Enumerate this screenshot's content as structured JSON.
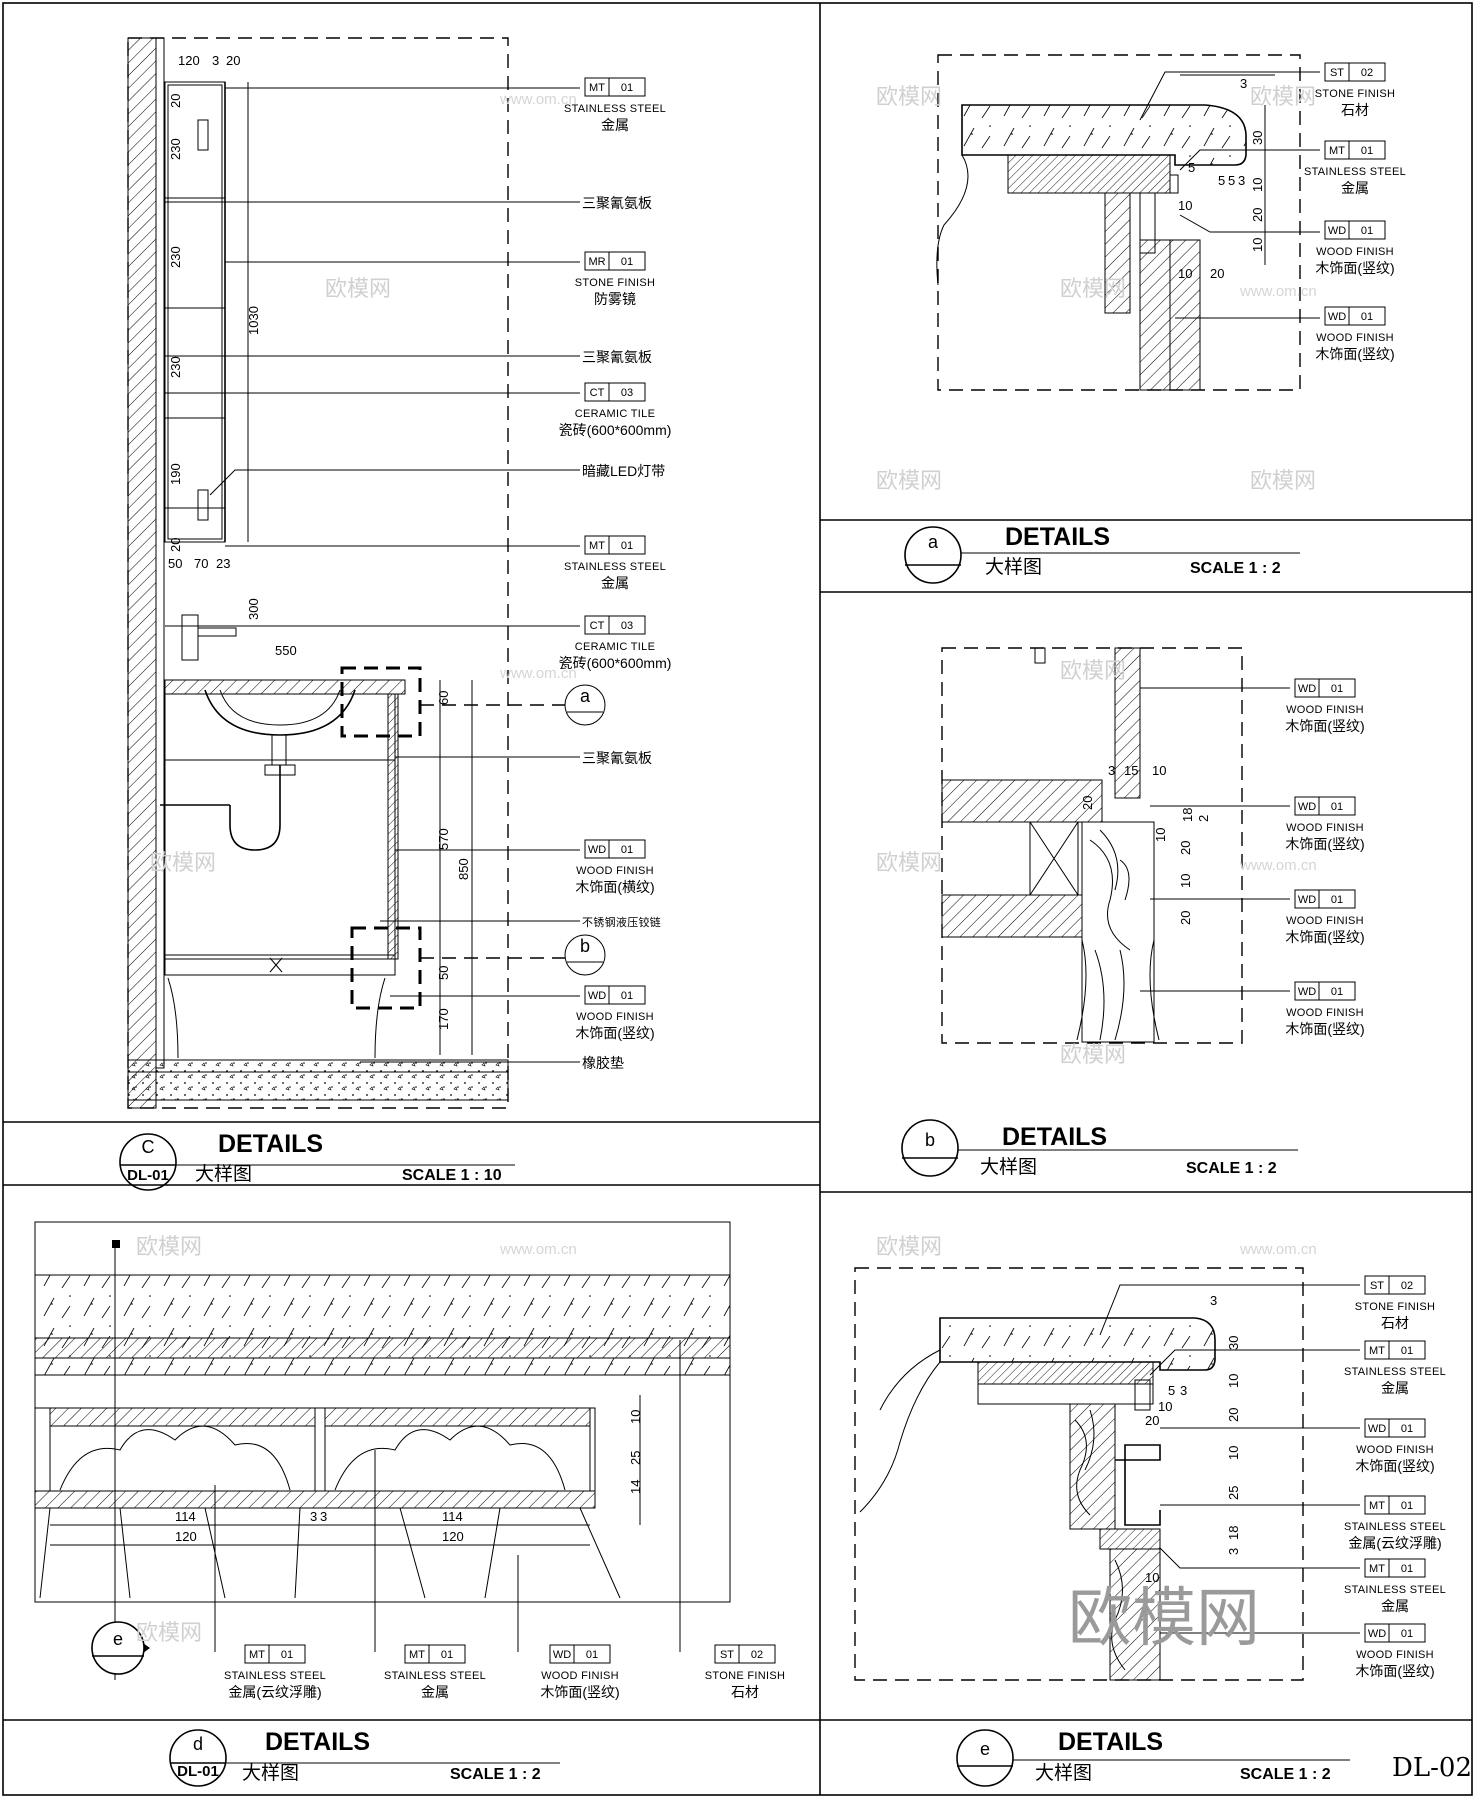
{
  "sheet": {
    "number": "DL-02"
  },
  "watermark": {
    "text": "欧模网",
    "url": "www.om.cn",
    "big_text": "欧模网"
  },
  "titles": {
    "c": {
      "letter": "C",
      "ref": "DL-01",
      "title": "DETAILS",
      "subtitle": "大样图",
      "scale": "SCALE 1 : 10"
    },
    "a": {
      "letter": "a",
      "title": "DETAILS",
      "subtitle": "大样图",
      "scale": "SCALE 1 : 2"
    },
    "b": {
      "letter": "b",
      "title": "DETAILS",
      "subtitle": "大样图",
      "scale": "SCALE 1 : 2"
    },
    "d": {
      "letter": "d",
      "ref": "DL-01",
      "title": "DETAILS",
      "subtitle": "大样图",
      "scale": "SCALE 1 : 2"
    },
    "e": {
      "letter": "e",
      "title": "DETAILS",
      "subtitle": "大样图",
      "scale": "SCALE 1 : 2"
    }
  },
  "section_markers": {
    "a": "a",
    "b": "b",
    "e": "e"
  },
  "callouts_c": [
    {
      "code": "MT",
      "num": "01",
      "en": "STAINLESS STEEL",
      "cn": "金属"
    },
    {
      "note": "三聚氰氨板"
    },
    {
      "code": "MR",
      "num": "01",
      "en": "STONE FINISH",
      "cn": "防雾镜"
    },
    {
      "note": "三聚氰氨板"
    },
    {
      "code": "CT",
      "num": "03",
      "en": "CERAMIC TILE",
      "cn": "瓷砖(600*600mm)"
    },
    {
      "note": "暗藏LED灯带"
    },
    {
      "code": "MT",
      "num": "01",
      "en": "STAINLESS STEEL",
      "cn": "金属"
    },
    {
      "code": "CT",
      "num": "03",
      "en": "CERAMIC TILE",
      "cn": "瓷砖(600*600mm)"
    },
    {
      "note": "三聚氰氨板"
    },
    {
      "code": "WD",
      "num": "01",
      "en": "WOOD FINISH",
      "cn": "木饰面(横纹)"
    },
    {
      "note": "不锈钢液压铰链"
    },
    {
      "code": "WD",
      "num": "01",
      "en": "WOOD FINISH",
      "cn": "木饰面(竖纹)"
    },
    {
      "note": "橡胶垫"
    }
  ],
  "callouts_a": [
    {
      "code": "ST",
      "num": "02",
      "en": "STONE FINISH",
      "cn": "石材"
    },
    {
      "code": "MT",
      "num": "01",
      "en": "STAINLESS STEEL",
      "cn": "金属"
    },
    {
      "code": "WD",
      "num": "01",
      "en": "WOOD FINISH",
      "cn": "木饰面(竖纹)"
    },
    {
      "code": "WD",
      "num": "01",
      "en": "WOOD FINISH",
      "cn": "木饰面(竖纹)"
    }
  ],
  "callouts_b": [
    {
      "code": "WD",
      "num": "01",
      "en": "WOOD FINISH",
      "cn": "木饰面(竖纹)"
    },
    {
      "code": "WD",
      "num": "01",
      "en": "WOOD FINISH",
      "cn": "木饰面(竖纹)"
    },
    {
      "code": "WD",
      "num": "01",
      "en": "WOOD FINISH",
      "cn": "木饰面(竖纹)"
    },
    {
      "code": "WD",
      "num": "01",
      "en": "WOOD FINISH",
      "cn": "木饰面(竖纹)"
    }
  ],
  "callouts_d": [
    {
      "code": "MT",
      "num": "01",
      "en": "STAINLESS STEEL",
      "cn": "金属(云纹浮雕)"
    },
    {
      "code": "MT",
      "num": "01",
      "en": "STAINLESS STEEL",
      "cn": "金属"
    },
    {
      "code": "WD",
      "num": "01",
      "en": "WOOD FINISH",
      "cn": "木饰面(竖纹)"
    },
    {
      "code": "ST",
      "num": "02",
      "en": "STONE FINISH",
      "cn": "石材"
    }
  ],
  "callouts_e": [
    {
      "code": "ST",
      "num": "02",
      "en": "STONE FINISH",
      "cn": "石材"
    },
    {
      "code": "MT",
      "num": "01",
      "en": "STAINLESS STEEL",
      "cn": "金属"
    },
    {
      "code": "WD",
      "num": "01",
      "en": "WOOD FINISH",
      "cn": "木饰面(竖纹)"
    },
    {
      "code": "MT",
      "num": "01",
      "en": "STAINLESS STEEL",
      "cn": "金属(云纹浮雕)"
    },
    {
      "code": "MT",
      "num": "01",
      "en": "STAINLESS STEEL",
      "cn": "金属"
    },
    {
      "code": "WD",
      "num": "01",
      "en": "WOOD FINISH",
      "cn": "木饰面(竖纹)"
    }
  ],
  "dims_c": [
    "120",
    "3",
    "20",
    "20",
    "230",
    "230",
    "1030",
    "230",
    "190",
    "20",
    "50",
    "70",
    "23",
    "300",
    "550",
    "60",
    "570",
    "850",
    "50",
    "170"
  ],
  "dims_a": [
    "3",
    "30",
    "5",
    "5",
    "5",
    "3",
    "10",
    "10",
    "20",
    "10",
    "10",
    "20"
  ],
  "dims_b": [
    "3",
    "15",
    "10",
    "20",
    "18",
    "2",
    "10",
    "20",
    "10",
    "20"
  ],
  "dims_d": [
    "10",
    "25",
    "14",
    "114",
    "120",
    "3",
    "3",
    "114",
    "120"
  ],
  "dims_e": [
    "3",
    "30",
    "5",
    "3",
    "10",
    "10",
    "20",
    "20",
    "10",
    "25",
    "18",
    "3",
    "10"
  ]
}
